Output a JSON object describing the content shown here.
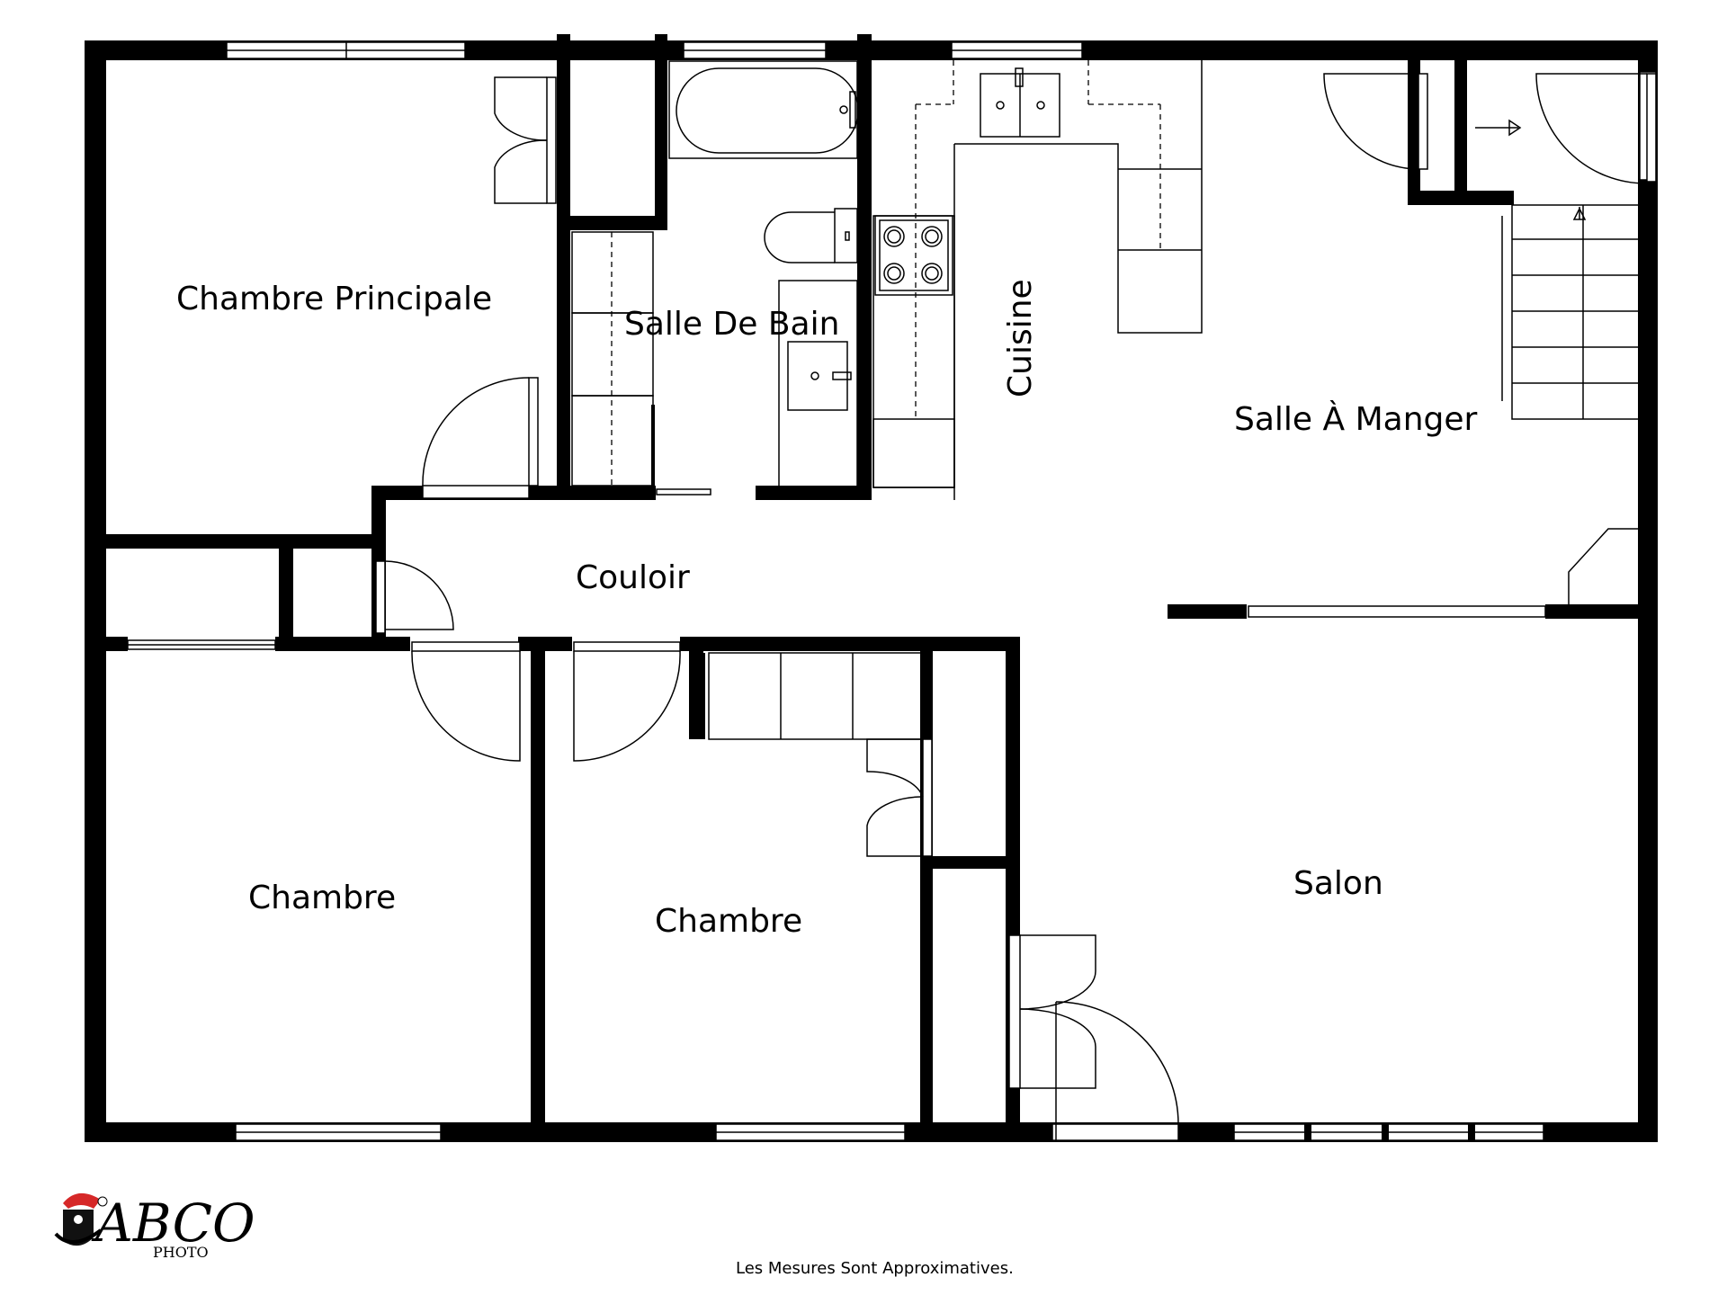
{
  "rooms": {
    "master_bedroom": "Chambre Principale",
    "bathroom": "Salle De Bain",
    "kitchen": "Cuisine",
    "dining_room": "Salle À Manger",
    "hallway": "Couloir",
    "bedroom_left": "Chambre",
    "bedroom_middle": "Chambre",
    "living_room": "Salon"
  },
  "footnote": "Les Mesures Sont Approximatives.",
  "logo": {
    "name": "ABCO",
    "sub": "PHOTO",
    "accent_color": "#d62828"
  },
  "colors": {
    "wall": "#000000",
    "background": "#ffffff"
  }
}
